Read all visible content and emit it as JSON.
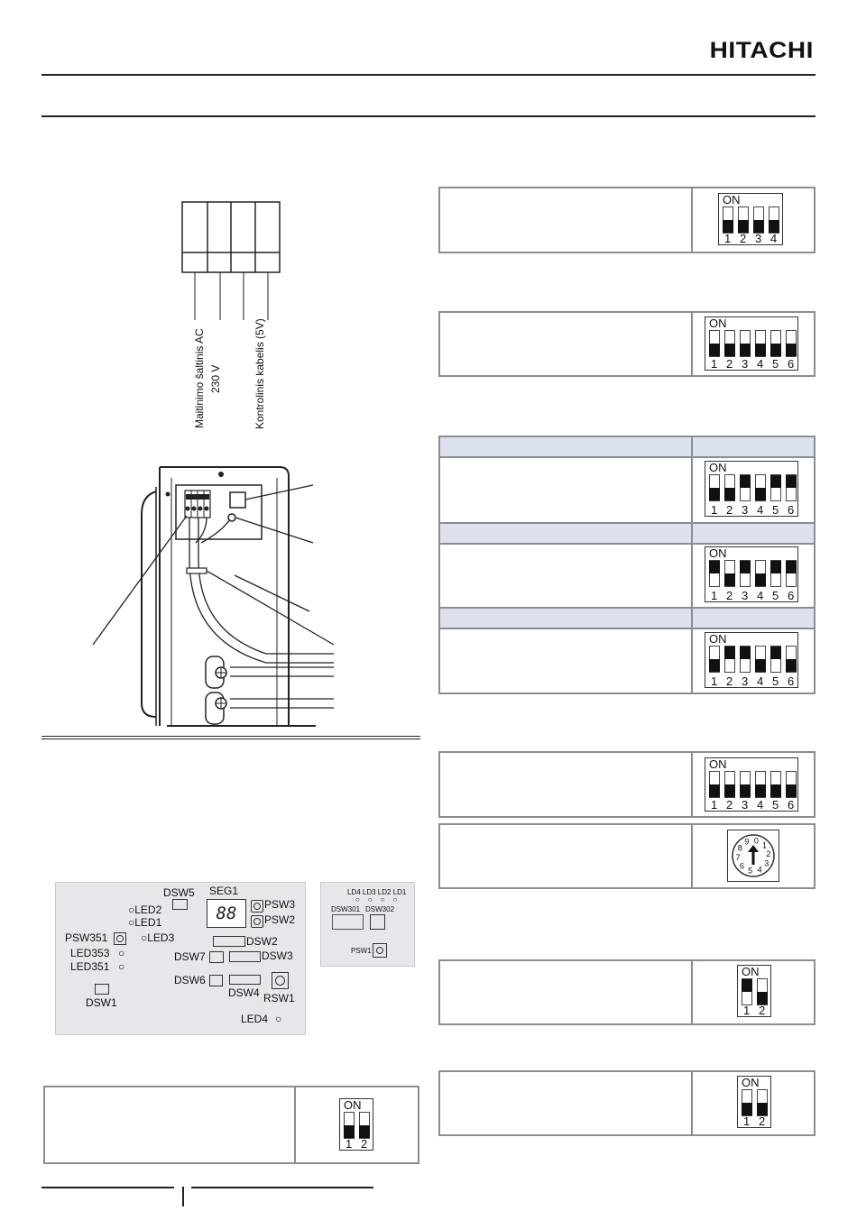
{
  "header": {
    "brand": "HITACHI"
  },
  "wiring": {
    "label_power": "Maitinimo šaltinis AC",
    "label_voltage": "230 V",
    "label_control": "Kontrolinis kabelis (5V)"
  },
  "pcb_main": {
    "dsw5": "DSW5",
    "seg1": "SEG1",
    "psw3": "PSW3",
    "psw2": "PSW2",
    "led2": "LED2",
    "led1": "LED1",
    "led3": "LED3",
    "psw351": "PSW351",
    "led353": "LED353",
    "led351": "LED351",
    "dsw1": "DSW1",
    "dsw7": "DSW7",
    "dsw2": "DSW2",
    "dsw3": "DSW3",
    "dsw6": "DSW6",
    "dsw4": "DSW4",
    "rsw1": "RSW1",
    "led4": "LED4",
    "seg_display": "88"
  },
  "pcb_small": {
    "leds": "LD4 LD3 LD2 LD1",
    "dsw301": "DSW301",
    "dsw302": "DSW302",
    "psw1": "PSW1"
  },
  "switches": {
    "on_label": "ON",
    "rotary_digits": "0123456789"
  }
}
